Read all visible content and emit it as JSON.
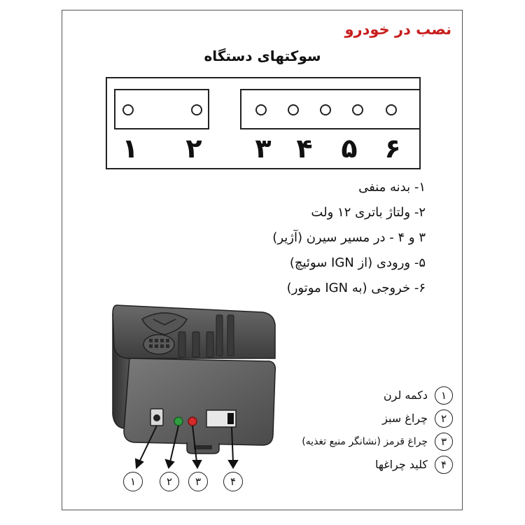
{
  "title": "نصب در خودرو",
  "subtitle": "سوکتهای دستگاه",
  "sockets": {
    "left_block_numbers": [
      "۱",
      "۲"
    ],
    "right_block_numbers": [
      "۳",
      "۴",
      "۵",
      "۶"
    ]
  },
  "pin_descriptions": [
    "۱- بدنه منفی",
    "۲- ولتاژ باتری ۱۲ ولت",
    "۳ و ۴ - در مسیر سیرن (آژیر)",
    "۵- ورودی (از IGN سوئیچ)",
    "۶- خروجی (به IGN موتور)"
  ],
  "legend": [
    {
      "number": "۱",
      "label": "دکمه لرن"
    },
    {
      "number": "۲",
      "label": "چراغ سبز"
    },
    {
      "number": "۳",
      "label": "چراغ قرمز (نشانگر منبع تغذیه)"
    },
    {
      "number": "۴",
      "label": "کلید چراغها"
    }
  ],
  "callout_numbers": [
    "۱",
    "۲",
    "۳",
    "۴"
  ],
  "colors": {
    "title": "#c81e1e",
    "led_green": "#2e9e3e",
    "led_red": "#d42a2a",
    "device_body": "#4a4a4a"
  }
}
